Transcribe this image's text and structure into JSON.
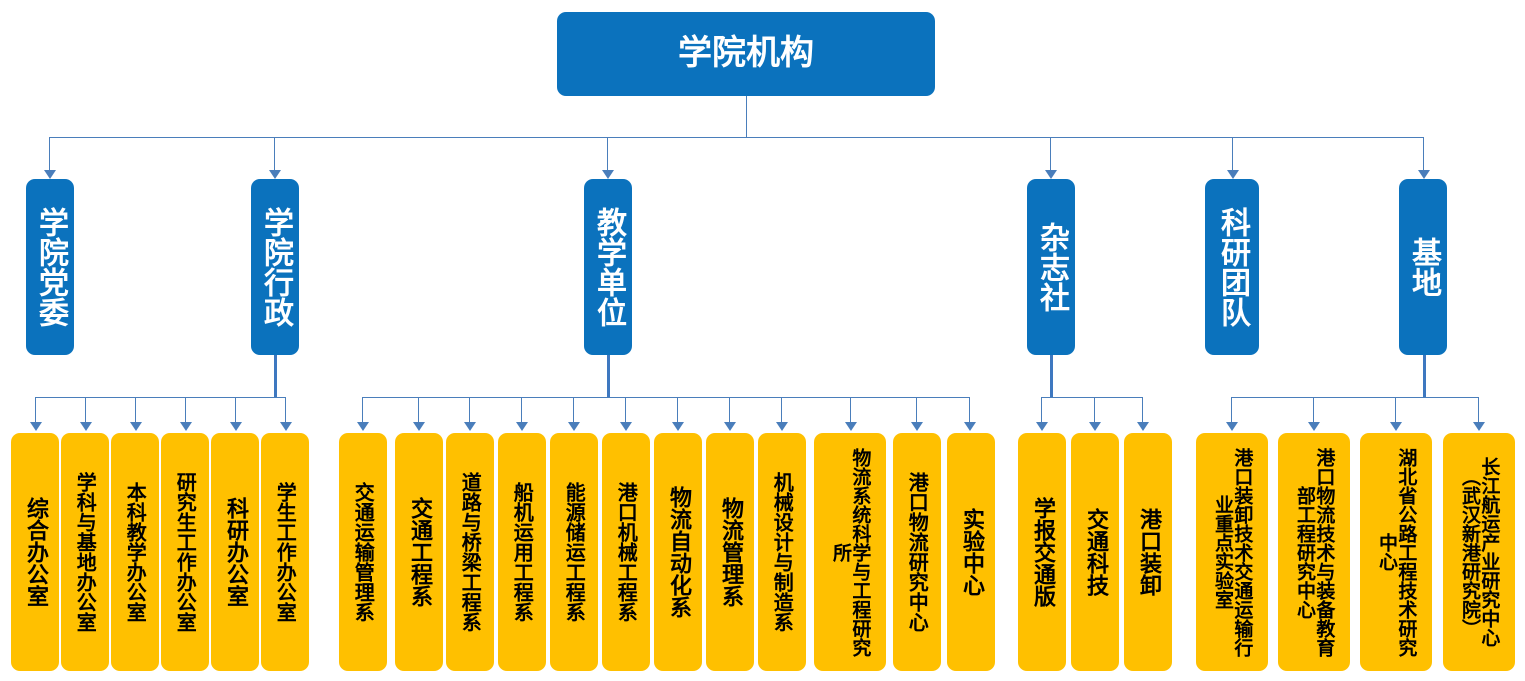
{
  "diagram": {
    "title": "学院机构",
    "colors": {
      "node_blue": "#0B72BD",
      "node_yellow": "#FFC000",
      "connector": "#4A7EBB",
      "background": "#FFFFFF"
    }
  },
  "root": {
    "label": "学院机构"
  },
  "level2": [
    {
      "key": "party",
      "label": "学院党委"
    },
    {
      "key": "admin",
      "label": "学院行政"
    },
    {
      "key": "teaching",
      "label": "教学单位"
    },
    {
      "key": "magazine",
      "label": "杂志社"
    },
    {
      "key": "research",
      "label": "科研团队"
    },
    {
      "key": "base",
      "label": "基地"
    }
  ],
  "admin_children": [
    {
      "label": "综合办公室"
    },
    {
      "label": "学科与基地办公室"
    },
    {
      "label": "本科教学办公室"
    },
    {
      "label": "研究生工作办公室"
    },
    {
      "label": "科研办公室"
    },
    {
      "label": "学生工作办公室"
    }
  ],
  "teaching_children": [
    {
      "label": "交通运输管理系"
    },
    {
      "label": "交通工程系"
    },
    {
      "label": "道路与桥梁工程系"
    },
    {
      "label": "船机运用工程系"
    },
    {
      "label": "能源储运工程系"
    },
    {
      "label": "港口机械工程系"
    },
    {
      "label": "物流自动化系"
    },
    {
      "label": "物流管理系"
    },
    {
      "label": "机械设计与制造系"
    },
    {
      "label": "物流系统科学与工程研究所"
    },
    {
      "label": "港口物流研究中心"
    },
    {
      "label": "实验中心"
    }
  ],
  "magazine_children": [
    {
      "label": "学报交通版"
    },
    {
      "label": "交通科技"
    },
    {
      "label": "港口装卸"
    }
  ],
  "base_children": [
    {
      "label": "港口装卸技术交通运输行业重点实验室"
    },
    {
      "label": "港口物流技术与装备教育部工程研究中心"
    },
    {
      "label": "湖北省公路工程技术研究中心"
    },
    {
      "label": "长江航运产业研究中心（武汉新港研究院）"
    }
  ]
}
